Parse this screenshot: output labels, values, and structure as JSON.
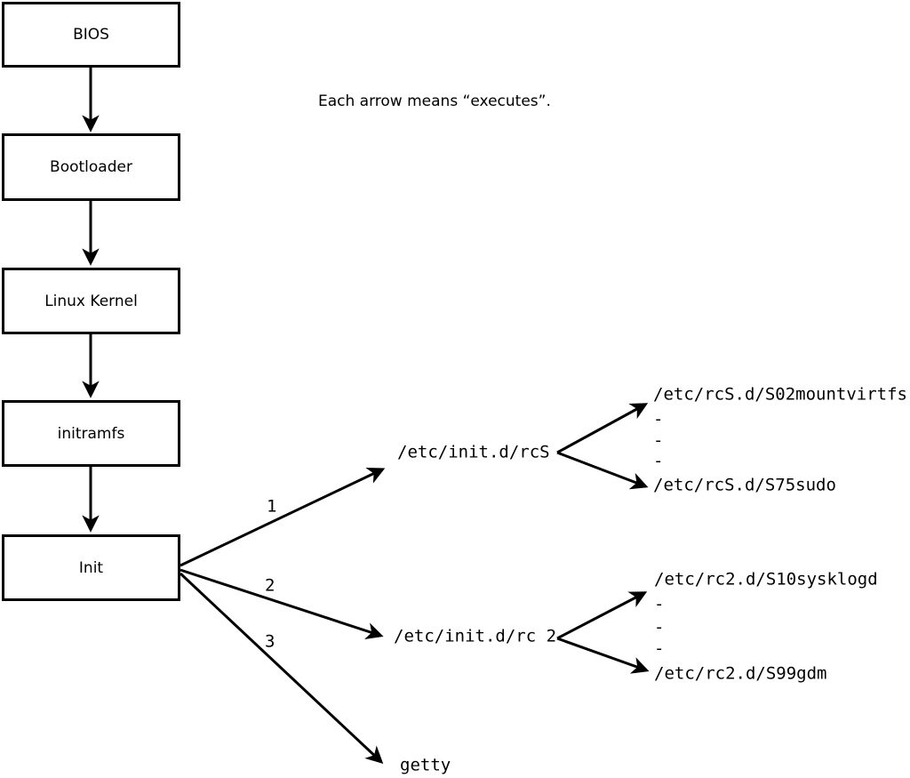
{
  "title": "Linux boot sequence diagram",
  "colors": {
    "ink": "#000000",
    "paper": "#ffffff"
  },
  "note": "Each arrow means “executes”.",
  "chain": {
    "boxes": [
      {
        "label": "BIOS"
      },
      {
        "label": "Bootloader"
      },
      {
        "label": "Linux Kernel"
      },
      {
        "label": "initramfs"
      },
      {
        "label": "Init"
      }
    ]
  },
  "branches": [
    {
      "number": "1",
      "target": "/etc/init.d/rcS",
      "children": [
        "/etc/rcS.d/S02mountvirtfs",
        "-",
        "-",
        "-",
        "/etc/rcS.d/S75sudo"
      ]
    },
    {
      "number": "2",
      "target": "/etc/init.d/rc 2",
      "children": [
        "/etc/rc2.d/S10sysklogd",
        "-",
        "-",
        "-",
        "/etc/rc2.d/S99gdm"
      ]
    },
    {
      "number": "3",
      "target": "getty"
    }
  ]
}
